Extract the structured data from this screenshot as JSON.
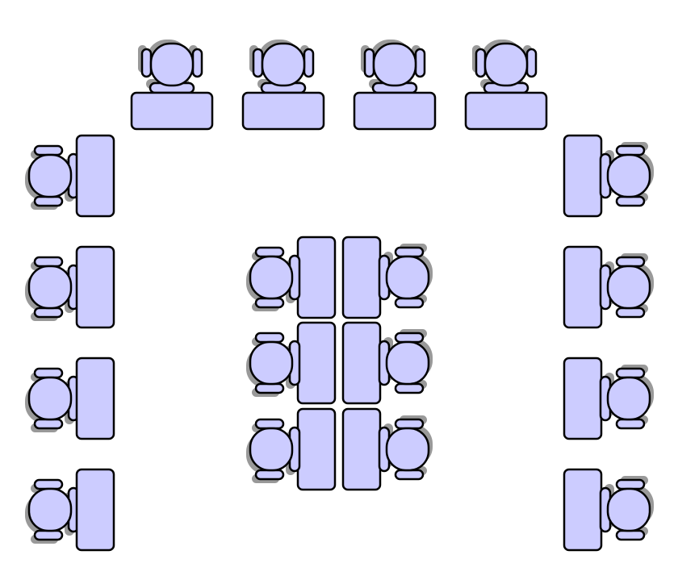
{
  "colors": {
    "fill": "#ccccff",
    "stroke": "#000000",
    "shadow": "#999999",
    "background": "#ffffff"
  },
  "icons": {
    "desk": "desk-icon",
    "chair": "office-chair-icon"
  },
  "groups": [
    {
      "id": "top-row",
      "desks": 4,
      "chairs": 4,
      "chair_facing": "down"
    },
    {
      "id": "left-column",
      "desks": 4,
      "chairs": 4,
      "chair_facing": "right"
    },
    {
      "id": "right-column",
      "desks": 4,
      "chairs": 4,
      "chair_facing": "left"
    },
    {
      "id": "center-cluster",
      "desks": 6,
      "chairs": 6,
      "chair_facing": "inward"
    }
  ]
}
